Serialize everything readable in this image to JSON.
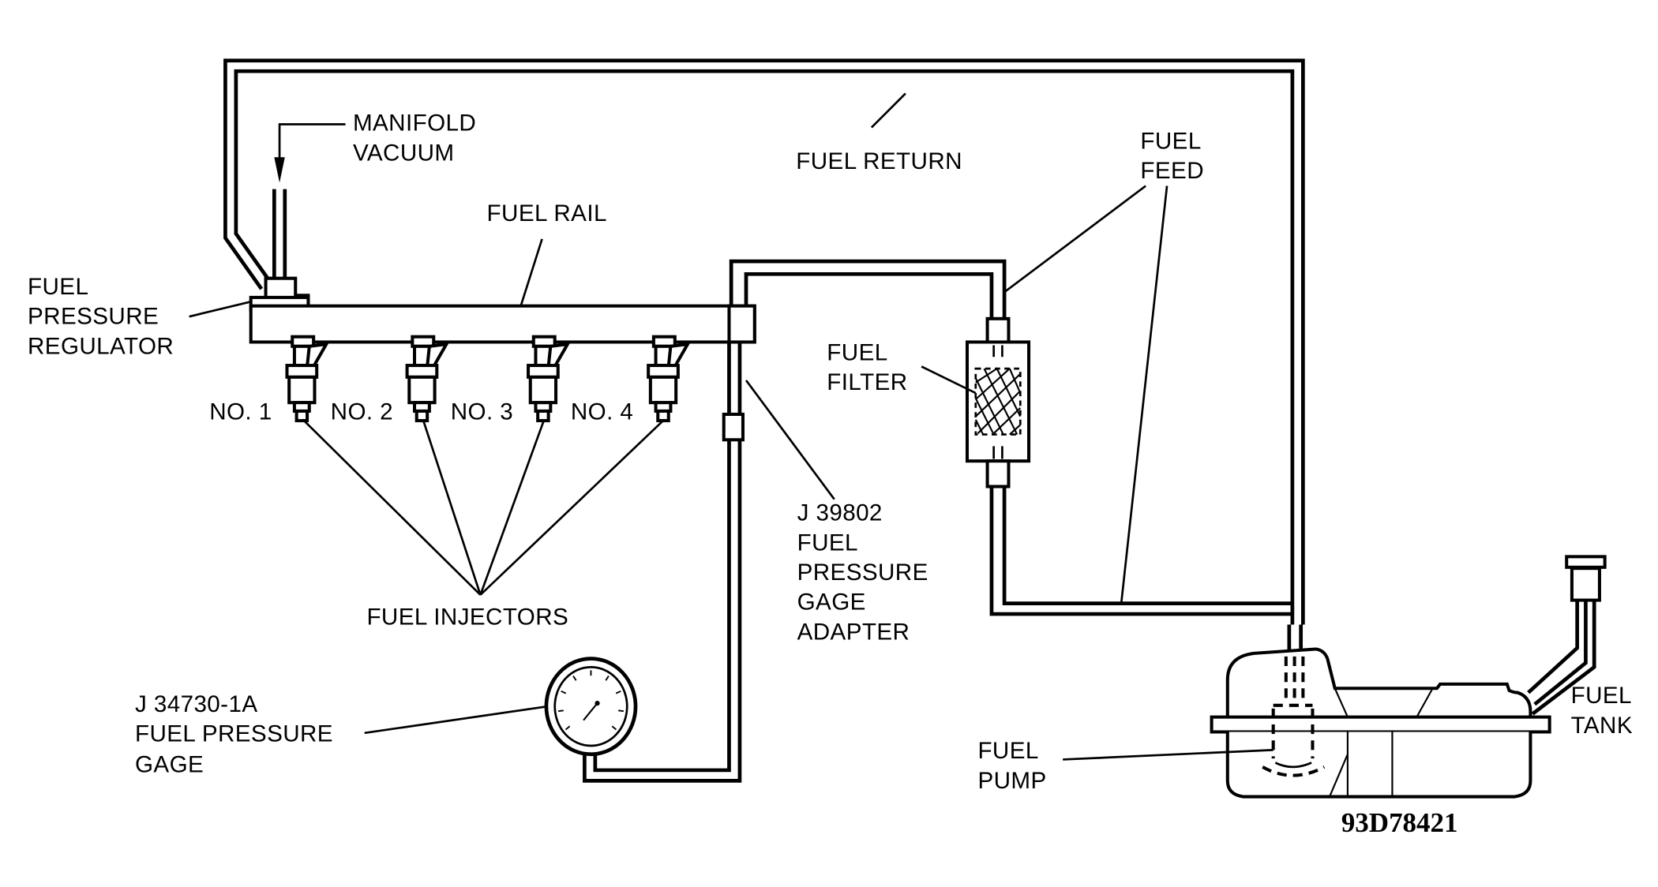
{
  "diagram": {
    "title": "Fuel system pressure test hookup",
    "figure_code": "93D78421",
    "labels": {
      "manifold_vacuum": [
        "MANIFOLD",
        "VACUUM"
      ],
      "fuel_return": [
        "FUEL RETURN"
      ],
      "fuel_feed": [
        "FUEL",
        "FEED"
      ],
      "fuel_rail": [
        "FUEL RAIL"
      ],
      "fuel_pressure_regulator": [
        "FUEL",
        "PRESSURE",
        "REGULATOR"
      ],
      "fuel_filter": [
        "FUEL",
        "FILTER"
      ],
      "injector_numbers": [
        "NO. 1",
        "NO. 2",
        "NO. 3",
        "NO. 4"
      ],
      "fuel_injectors": [
        "FUEL INJECTORS"
      ],
      "gage_adapter": [
        "J 39802",
        "FUEL",
        "PRESSURE",
        "GAGE",
        "ADAPTER"
      ],
      "pressure_gage": [
        "J 34730-1A",
        "FUEL PRESSURE",
        "GAGE"
      ],
      "fuel_pump": [
        "FUEL",
        "PUMP"
      ],
      "fuel_tank": [
        "FUEL",
        "TANK"
      ]
    },
    "colors": {
      "ink": "#000000",
      "paper": "#ffffff"
    }
  }
}
